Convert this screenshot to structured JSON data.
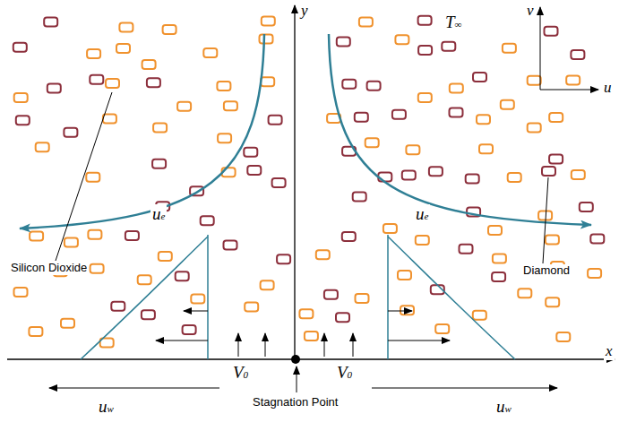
{
  "diagram": {
    "labels": [
      "y",
      "x",
      "v",
      "u",
      "T∞",
      "Silicon Dioxide",
      "Diamond",
      "ue",
      "ue",
      "V0",
      "V0",
      "uw",
      "uw",
      "Stagnation Point"
    ]
  }
}
